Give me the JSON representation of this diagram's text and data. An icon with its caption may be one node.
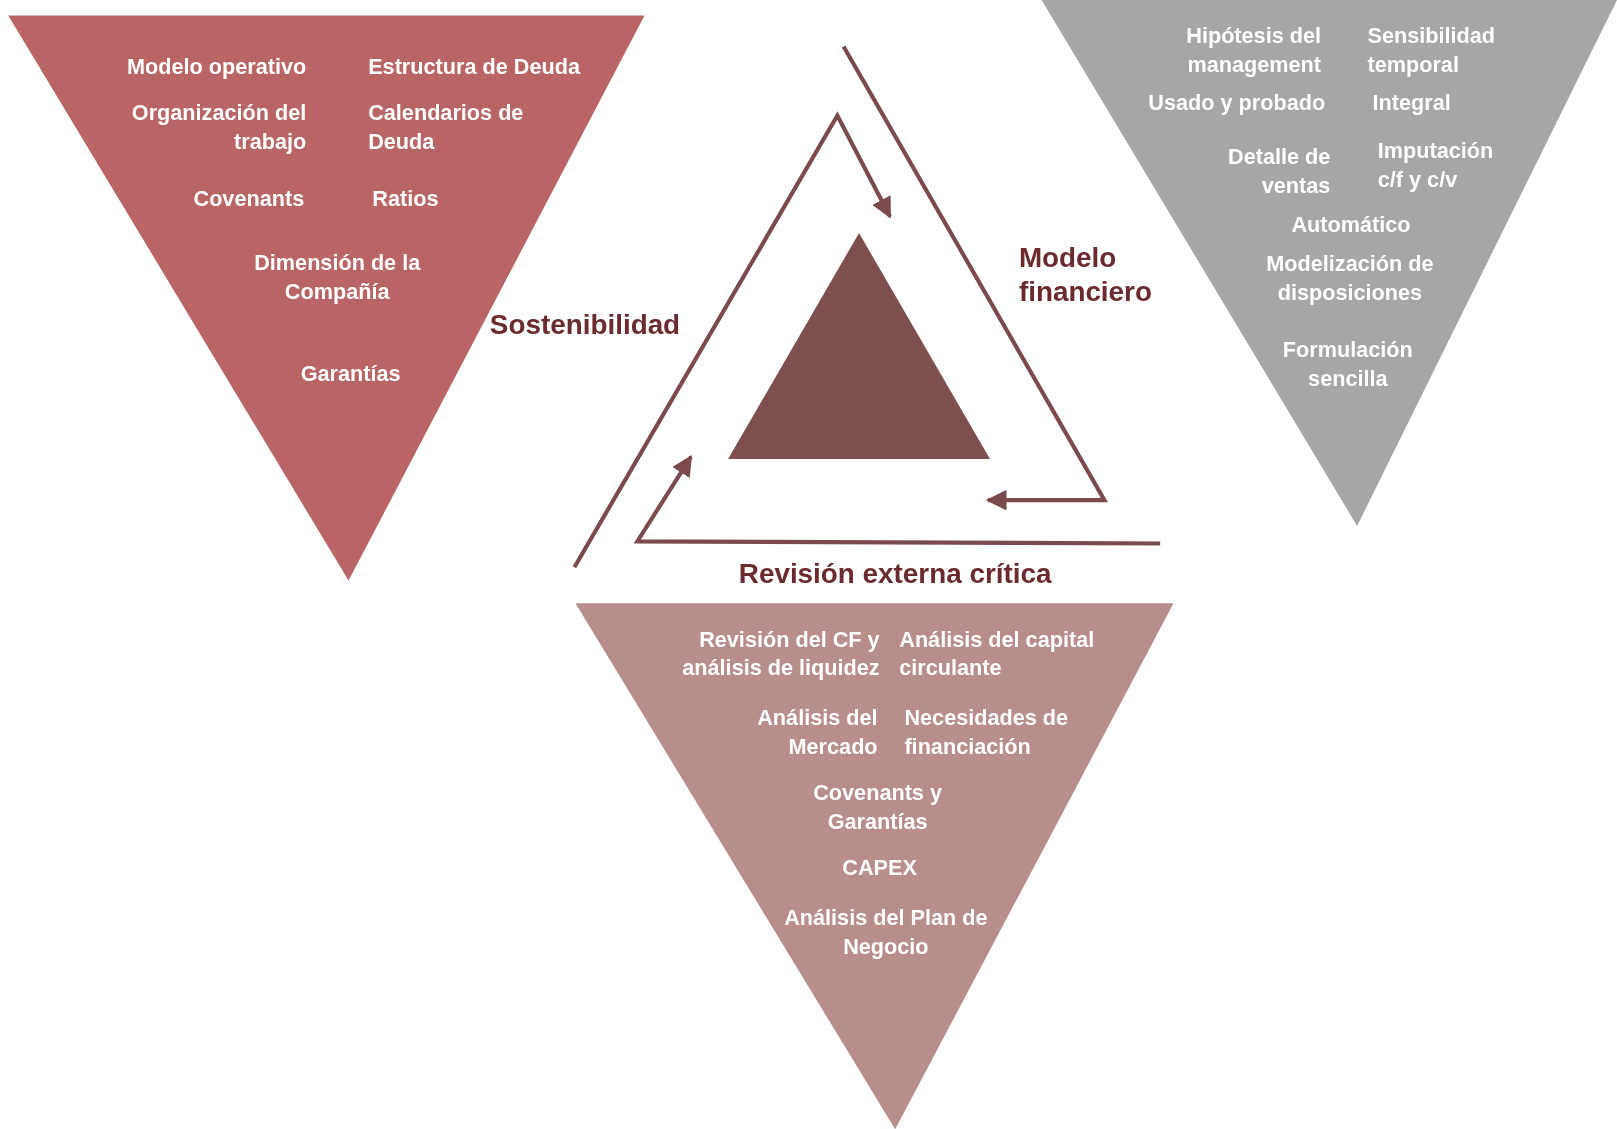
{
  "diagram": {
    "nodes": [
      {
        "text": [
          "Modelo operativo",
          "Estructura de Deuda",
          "Organización del trabajo",
          "Calendarios de Deuda",
          "Covenants",
          "Ratios",
          "Dimensión de la Compañía",
          "Garantías"
        ]
      },
      {
        "text": [
          "Hipótesis del management",
          "Sensibilidad temporal",
          "Usado y probado",
          "Integral",
          "Detalle de ventas",
          "Imputación c/f y c/v",
          "Automático",
          "Modelización de disposiciones",
          "Formulación sencilla"
        ]
      },
      {
        "text": [],
        "shape": "triangle"
      },
      {
        "text": [
          "Revisión del CF y análisis de liquidez",
          "Análisis del capital circulante",
          "Análisis del Mercado",
          "Necesidades de financiación",
          "Covenants y Garantías",
          "CAPEX",
          "Análisis del Plan de Negocio"
        ]
      }
    ],
    "edges": [],
    "labels": [
      "Modelo financiero",
      "Sostenibilidad",
      "Revisión externa crítica"
    ]
  }
}
